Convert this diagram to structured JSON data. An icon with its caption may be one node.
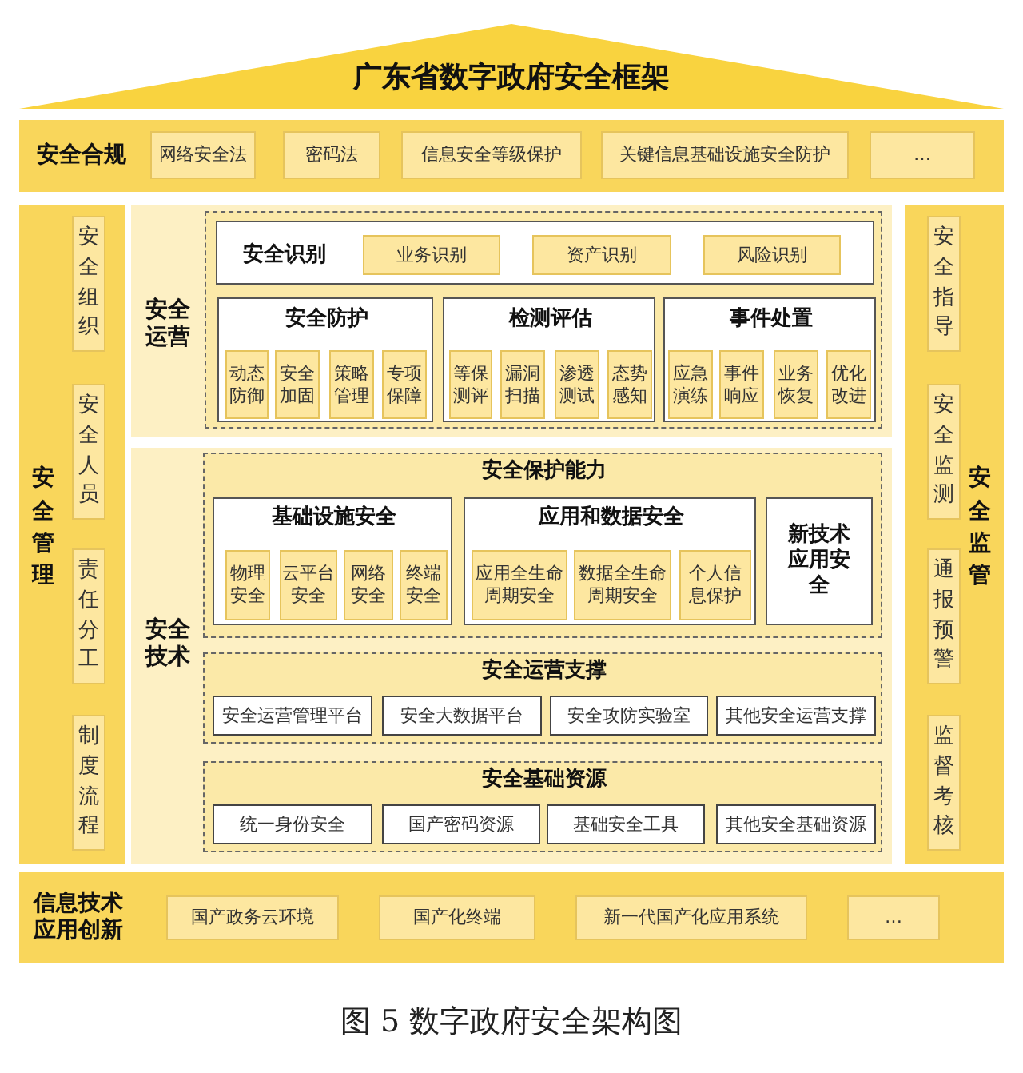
{
  "diagram": {
    "title": "广东省数字政府安全框架",
    "caption": "图 5 数字政府安全架构图",
    "nodes": [
      {
        "text": [
          "安全合规"
        ]
      },
      {
        "text": [
          "网络安全法"
        ],
        "in": 0
      },
      {
        "text": [
          "密码法"
        ],
        "in": 0
      },
      {
        "text": [
          "信息安全等级保护"
        ],
        "in": 0
      },
      {
        "text": [
          "关键信息基础设施安全防护"
        ],
        "in": 0
      },
      {
        "text": [
          "…"
        ],
        "in": 0
      },
      {
        "text": [
          "安全管理"
        ]
      },
      {
        "text": [
          "安全组织"
        ],
        "in": 6
      },
      {
        "text": [
          "安全人员"
        ],
        "in": 6
      },
      {
        "text": [
          "责任分工"
        ],
        "in": 6
      },
      {
        "text": [
          "制度流程"
        ],
        "in": 6
      },
      {
        "text": [
          "安全运营"
        ]
      },
      {
        "text": [],
        "shape": "box",
        "in": 11
      },
      {
        "text": [
          "安全识别"
        ],
        "in": 12
      },
      {
        "text": [
          "业务识别"
        ],
        "in": 13
      },
      {
        "text": [
          "资产识别"
        ],
        "in": 13
      },
      {
        "text": [
          "风险识别"
        ],
        "in": 13
      },
      {
        "text": [
          "安全防护"
        ],
        "in": 12
      },
      {
        "text": [
          "动态防御"
        ],
        "in": 17
      },
      {
        "text": [
          "安全加固"
        ],
        "in": 17
      },
      {
        "text": [
          "策略管理"
        ],
        "in": 17
      },
      {
        "text": [
          "专项保障"
        ],
        "in": 17
      },
      {
        "text": [
          "检测评估"
        ],
        "in": 12
      },
      {
        "text": [
          "等保测评"
        ],
        "in": 22
      },
      {
        "text": [
          "漏洞扫描"
        ],
        "in": 22
      },
      {
        "text": [
          "渗透测试"
        ],
        "in": 22
      },
      {
        "text": [
          "态势感知"
        ],
        "in": 22
      },
      {
        "text": [
          "事件处置"
        ],
        "in": 12
      },
      {
        "text": [
          "应急演练"
        ],
        "in": 27
      },
      {
        "text": [
          "事件响应"
        ],
        "in": 27
      },
      {
        "text": [
          "业务恢复"
        ],
        "in": 27
      },
      {
        "text": [
          "优化改进"
        ],
        "in": 27
      },
      {
        "text": [
          "安全技术"
        ]
      },
      {
        "text": [
          "安全保护能力"
        ],
        "in": 32
      },
      {
        "text": [
          "基础设施安全"
        ],
        "in": 33
      },
      {
        "text": [
          "物理安全"
        ],
        "in": 34
      },
      {
        "text": [
          "云平台安全"
        ],
        "in": 34
      },
      {
        "text": [
          "网络安全"
        ],
        "in": 34
      },
      {
        "text": [
          "终端安全"
        ],
        "in": 34
      },
      {
        "text": [
          "应用和数据安全"
        ],
        "in": 33
      },
      {
        "text": [
          "应用全生命周期安全"
        ],
        "in": 39
      },
      {
        "text": [
          "数据全生命周期安全"
        ],
        "in": 39
      },
      {
        "text": [
          "个人信息保护"
        ],
        "in": 39
      },
      {
        "text": [
          "新技术应用安全"
        ],
        "in": 33
      },
      {
        "text": [
          "安全运营支撑"
        ],
        "in": 32
      },
      {
        "text": [
          "安全运营管理平台"
        ],
        "in": 44
      },
      {
        "text": [
          "安全大数据平台"
        ],
        "in": 44
      },
      {
        "text": [
          "安全攻防实验室"
        ],
        "in": 44
      },
      {
        "text": [
          "其他安全运营支撑"
        ],
        "in": 44
      },
      {
        "text": [
          "安全基础资源"
        ],
        "in": 32
      },
      {
        "text": [
          "统一身份安全"
        ],
        "in": 49
      },
      {
        "text": [
          "国产密码资源"
        ],
        "in": 49
      },
      {
        "text": [
          "基础安全工具"
        ],
        "in": 49
      },
      {
        "text": [
          "其他安全基础资源"
        ],
        "in": 49
      },
      {
        "text": [
          "安全监管"
        ]
      },
      {
        "text": [
          "安全指导"
        ],
        "in": 54
      },
      {
        "text": [
          "安全监测"
        ],
        "in": 54
      },
      {
        "text": [
          "通报预警"
        ],
        "in": 54
      },
      {
        "text": [
          "监督考核"
        ],
        "in": 54
      },
      {
        "text": [
          "信息技术应用创新"
        ]
      },
      {
        "text": [
          "国产政务云环境"
        ],
        "in": 59
      },
      {
        "text": [
          "国产化终端"
        ],
        "in": 59
      },
      {
        "text": [
          "新一代国产化应用系统"
        ],
        "in": 59
      },
      {
        "text": [
          "…"
        ],
        "in": 59
      }
    ]
  }
}
